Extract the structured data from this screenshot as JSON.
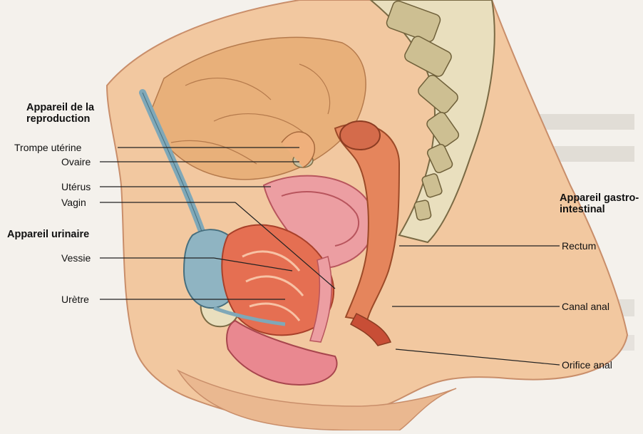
{
  "labels": {
    "reproductive_heading": "Appareil de la reproduction",
    "trompe": "Trompe utérine",
    "ovaire": "Ovaire",
    "uterus": "Utérus",
    "vagin": "Vagin",
    "urinary_heading": "Appareil urinaire",
    "vessie": "Vessie",
    "uretre": "Urètre",
    "gi_heading": "Appareil gastro-intestinal",
    "rectum": "Rectum",
    "canal_anal": "Canal anal",
    "orifice_anal": "Orifice anal"
  },
  "colors": {
    "skin": "#f0c9a0",
    "muscle": "#e06a4d",
    "uterus": "#e98f93",
    "bladder": "#7fa8b8",
    "bone": "#e6e0c8",
    "line": "#222222"
  }
}
